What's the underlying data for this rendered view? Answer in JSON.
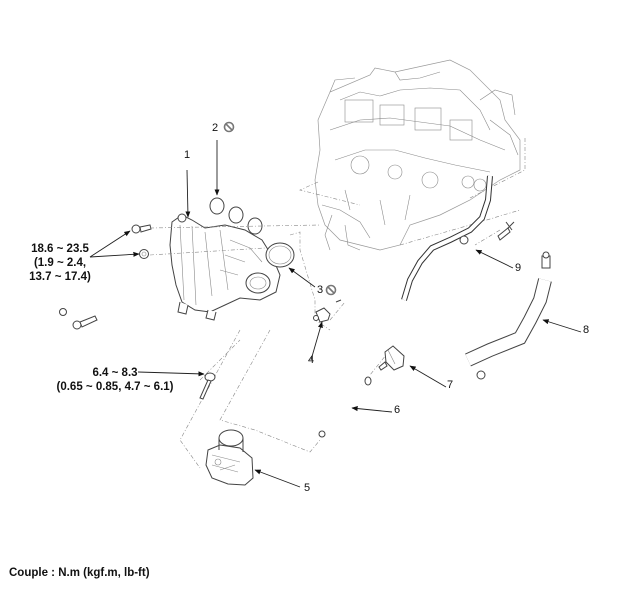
{
  "figure": {
    "title": "Intake manifold exploded view",
    "callouts": [
      {
        "id": "1",
        "label": "1"
      },
      {
        "id": "2",
        "label": "2",
        "non_reusable": true
      },
      {
        "id": "3",
        "label": "3",
        "non_reusable": true
      },
      {
        "id": "4",
        "label": "4"
      },
      {
        "id": "5",
        "label": "5"
      },
      {
        "id": "6",
        "label": "6"
      },
      {
        "id": "7",
        "label": "7"
      },
      {
        "id": "8",
        "label": "8"
      },
      {
        "id": "9",
        "label": "9"
      }
    ],
    "torque_specs": [
      {
        "line1": "18.6 ~ 23.5",
        "line2": "(1.9 ~ 2.4,",
        "line3": "13.7 ~ 17.4)"
      },
      {
        "line1": "6.4 ~ 8.3",
        "line2": "(0.65 ~ 0.85, 4.7 ~ 6.1)"
      }
    ],
    "units_caption": "Couple : N.m (kgf.m, lb-ft)",
    "icons": {
      "non_reusable": "prohibition-circle-icon"
    }
  },
  "colors": {
    "line": "#222222",
    "engine_outline": "#9a9a9a",
    "background": "#ffffff"
  }
}
